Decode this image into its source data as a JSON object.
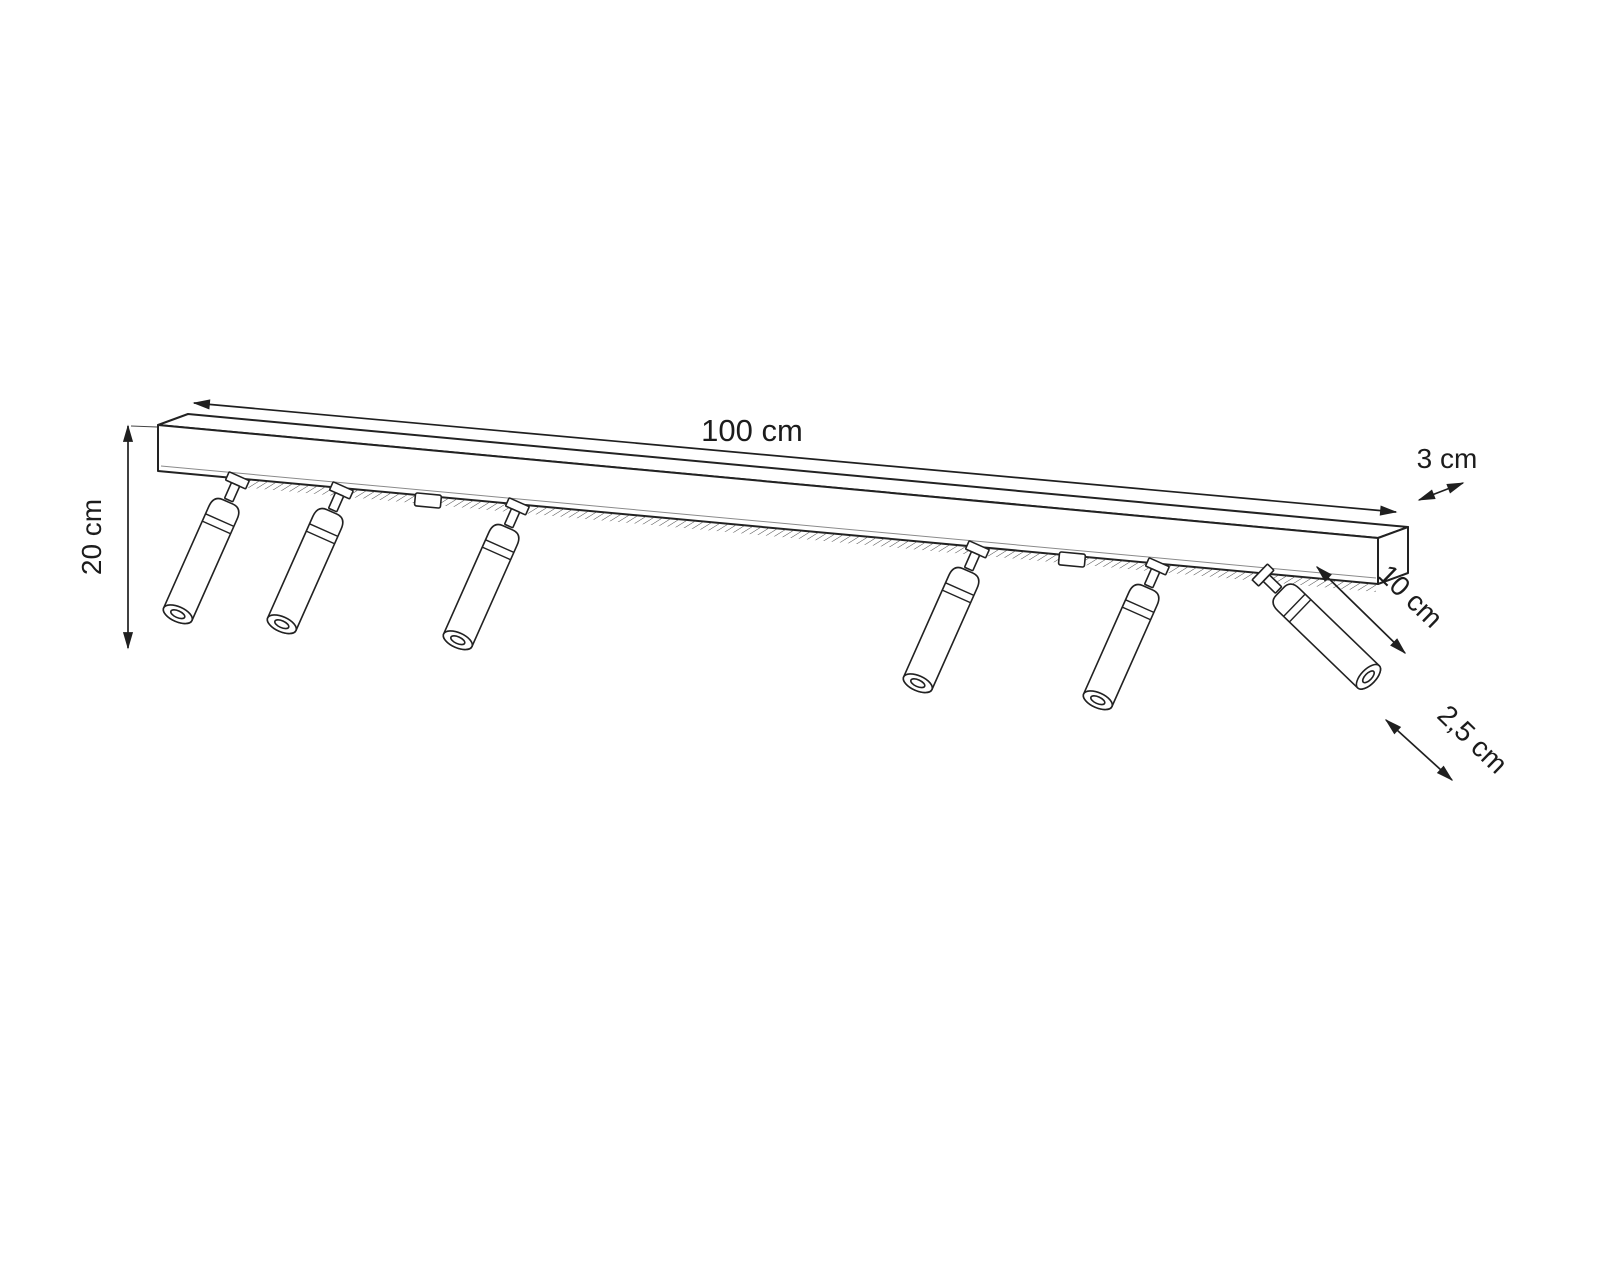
{
  "drawing": {
    "type": "technical-dimension-drawing",
    "subject": "six-head ceiling spotlight rail",
    "spot_count": 6,
    "colors": {
      "background": "#ffffff",
      "line": "#1f1f1f"
    },
    "labels": {
      "rail_length": "100 cm",
      "fixture_height": "20 cm",
      "rail_depth": "3 cm",
      "spot_length": "10 cm",
      "spot_diameter": "2,5 cm"
    }
  }
}
